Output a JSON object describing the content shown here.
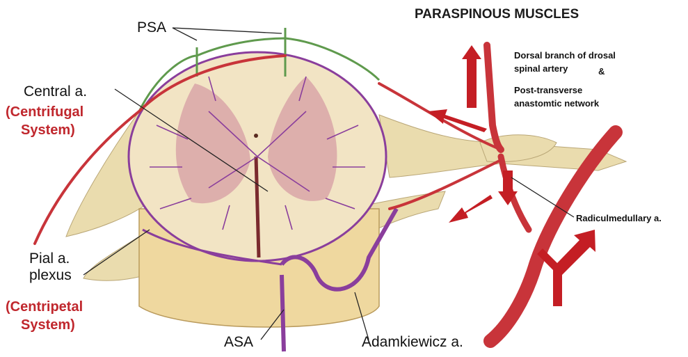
{
  "title": "PARASPINOUS MUSCLES",
  "labels": {
    "psa": "PSA",
    "central_a": "Central a.",
    "centrifugal_line1": "(Centrifugal",
    "centrifugal_line2": "System)",
    "pial_line1": "Pial a.",
    "pial_line2": "plexus",
    "centripetal_line1": "(Centripetal",
    "centripetal_line2": "System)",
    "asa": "ASA",
    "adamkiewicz": "Adamkiewicz a.",
    "dorsal_line1": "Dorsal branch of drosal",
    "dorsal_line2": "spinal artery",
    "ampersand": "&",
    "post_line1": "Post-transverse",
    "post_line2": "anastomtic network",
    "radiculmedullary": "Radiculmedullary a."
  },
  "colors": {
    "artery": "#c8343a",
    "artery_dark": "#9e2328",
    "arrow": "#c41e24",
    "vessel_purple": "#8a3e9c",
    "vessel_green": "#5f9a4d",
    "cord_white": "#f2e4c4",
    "cord_gray": "#d9a6a8",
    "nerve": "#eadcae",
    "label_red": "#c0272d"
  }
}
